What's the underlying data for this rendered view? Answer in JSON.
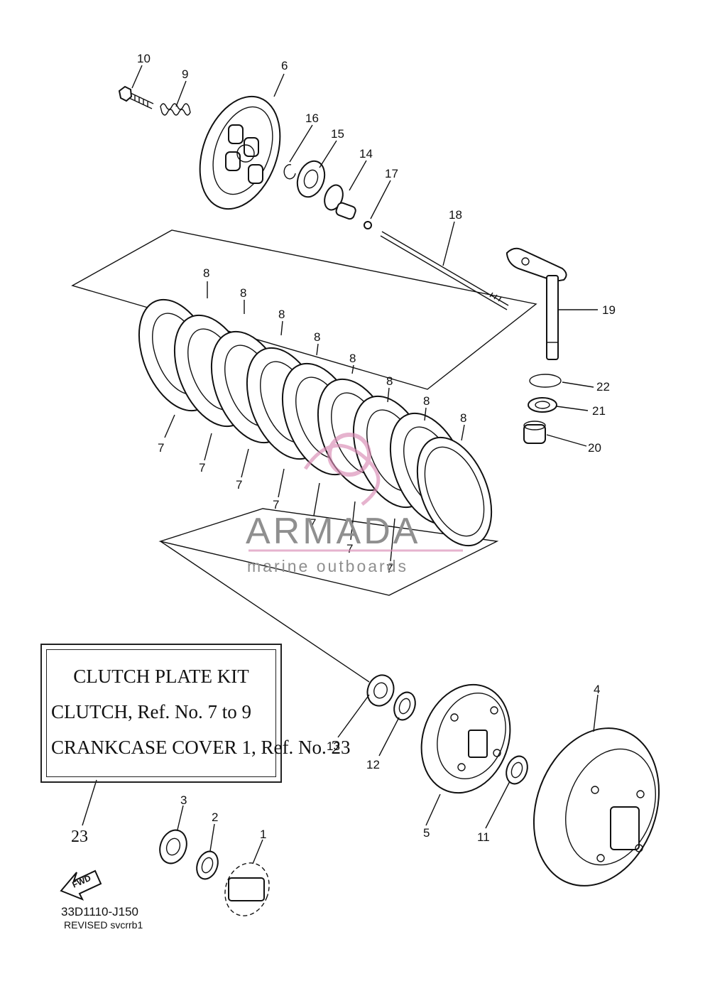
{
  "callouts": {
    "c1": "1",
    "c2": "2",
    "c3": "3",
    "c4": "4",
    "c5": "5",
    "c6": "6",
    "c7": "7",
    "c8": "8",
    "c9": "9",
    "c10": "10",
    "c11": "11",
    "c12": "12",
    "c13": "13",
    "c14": "14",
    "c15": "15",
    "c16": "16",
    "c17": "17",
    "c18": "18",
    "c19": "19",
    "c20": "20",
    "c21": "21",
    "c22": "22"
  },
  "kit_box": {
    "title": "CLUTCH PLATE KIT",
    "line1": "CLUTCH, Ref. No. 7 to 9",
    "line2": "CRANKCASE COVER 1, Ref. No. 23"
  },
  "ref_23": "23",
  "fwd_label": "FWD",
  "footer": {
    "code": "33D1110-J150",
    "revised": "REVISED svcrrb1"
  },
  "watermark": {
    "name": "ARMADA",
    "tagline": "marine outboards",
    "accent_color": "#d98bb4",
    "text_color": "#8f8f8f"
  }
}
